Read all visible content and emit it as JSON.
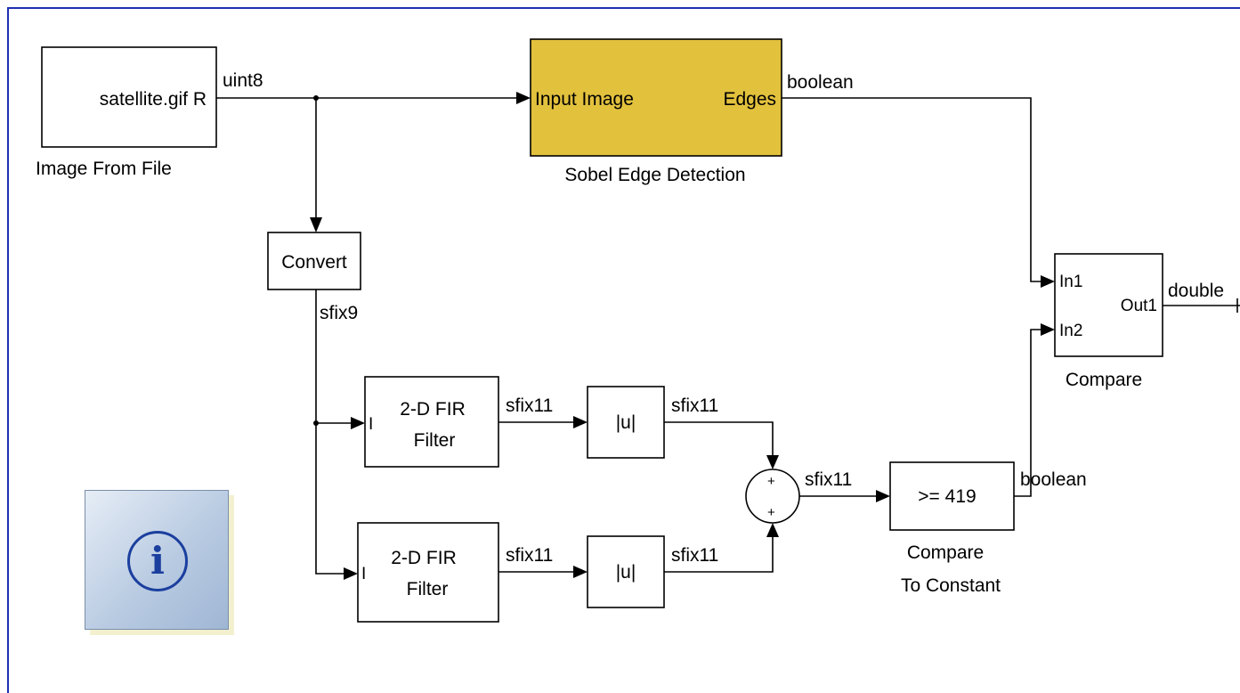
{
  "blocks": {
    "image_from_file": {
      "inner": "satellite.gif R",
      "label": "Image From File"
    },
    "sobel": {
      "in_port": "Input Image",
      "out_port": "Edges",
      "label": "Sobel Edge Detection",
      "color": "#e2c13d"
    },
    "convert": {
      "inner": "Convert"
    },
    "fir1": {
      "line1": "2-D FIR",
      "line2": "Filter",
      "port": "I"
    },
    "fir2": {
      "line1": "2-D FIR",
      "line2": "Filter",
      "port": "I"
    },
    "abs1": {
      "inner": "|u|"
    },
    "abs2": {
      "inner": "|u|"
    },
    "sum": {
      "sign1": "+",
      "sign2": "+"
    },
    "compare_const": {
      "inner": ">= 419",
      "label_line1": "Compare",
      "label_line2": "To Constant"
    },
    "compare": {
      "in1": "In1",
      "in2": "In2",
      "out1": "Out1",
      "label": "Compare"
    }
  },
  "signals": {
    "uint8": "uint8",
    "boolean_top": "boolean",
    "sfix9": "sfix9",
    "sfix11_a": "sfix11",
    "sfix11_b": "sfix11",
    "sfix11_c": "sfix11",
    "sfix11_d": "sfix11",
    "sfix11_sum": "sfix11",
    "boolean_cmp": "boolean",
    "double": "double"
  },
  "info": {
    "icon": "info-icon",
    "glyph": "i"
  },
  "colors": {
    "border": "#1f2fb0",
    "sobel_fill": "#e2c13d",
    "info_accent": "#1b3f9e"
  }
}
